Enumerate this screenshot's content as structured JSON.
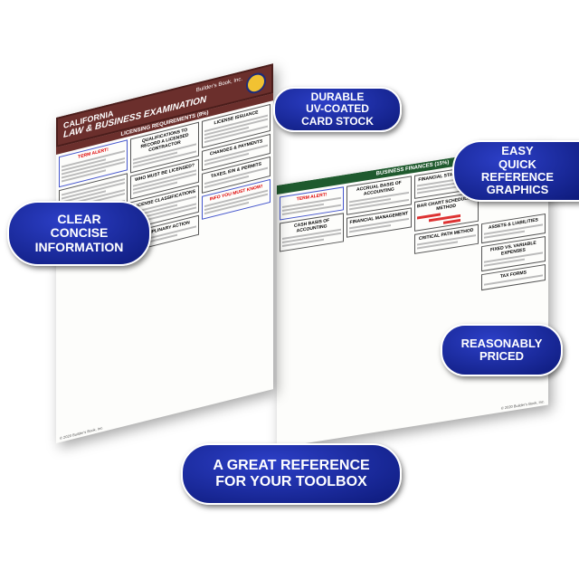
{
  "callouts": {
    "durable": [
      "DURABLE",
      "UV-COATED",
      "CARD STOCK"
    ],
    "graphics": [
      "EASY",
      "QUICK",
      "REFERENCE",
      "GRAPHICS"
    ],
    "clear": [
      "CLEAR",
      "CONCISE",
      "INFORMATION"
    ],
    "priced": [
      "REASONABLY",
      "PRICED"
    ],
    "toolbox": [
      "A GREAT REFERENCE",
      "FOR YOUR TOOLBOX"
    ]
  },
  "left_card": {
    "title_line1": "CALIFORNIA",
    "title_line2": "LAW & BUSINESS EXAMINATION",
    "publisher": "Builder's Book, Inc.",
    "section": "LICENSING REQUIREMENTS (8%)",
    "boxes": [
      "TERM ALERT!",
      "QUALIFICATIONS TO RECORD A LICENSED CONTRACTOR",
      "LICENSE ISSUANCE",
      "WHO MUST BE LICENSED?",
      "LICENSE CLASSIFICATIONS",
      "CHANGES & PAYMENTS",
      "TAXES, EIN & PERMITS",
      "INFO YOU MUST KNOW!",
      "DISCIPLINARY ACTION"
    ],
    "footer": "© 2020 Builder's Book, Inc."
  },
  "right_card": {
    "section": "BUSINESS FINANCES (15%)",
    "boxes": [
      "TERM ALERT!",
      "ACCRUAL BASIS OF ACCOUNTING",
      "FINANCIAL STATEMENTS",
      "CASH BASIS OF ACCOUNTING",
      "FINANCIAL MANAGEMENT",
      "ASSETS & LIABILITIES",
      "FIXED VS. VARIABLE EXPENSES",
      "TAX FORMS",
      "BAR CHART SCHEDULING METHOD",
      "CRITICAL PATH METHOD"
    ],
    "footer": "© 2020 Builder's Book, Inc."
  },
  "colors": {
    "pill": "#1a2a9e",
    "left_banner": "#6b2f2c",
    "right_banner": "#1f5a2e"
  }
}
